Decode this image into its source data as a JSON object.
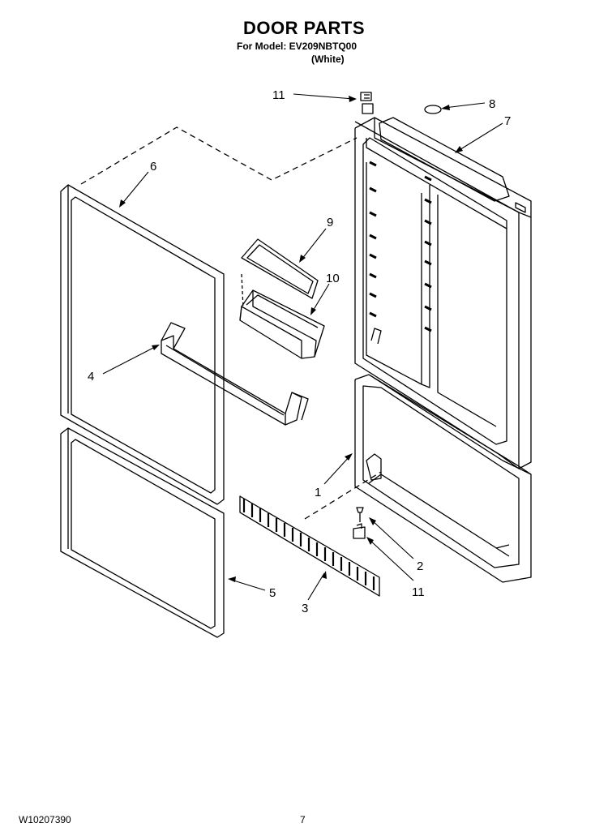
{
  "header": {
    "title": "DOOR PARTS",
    "model": "For Model: EV209NBTQ00",
    "color": "(White)"
  },
  "footer": {
    "doc_number": "W10207390",
    "page_number": "7"
  },
  "callouts": {
    "c11a": "11",
    "c8": "8",
    "c7": "7",
    "c6": "6",
    "c9": "9",
    "c10": "10",
    "c4": "4",
    "c1": "1",
    "c2": "2",
    "c11b": "11",
    "c5": "5",
    "c3": "3"
  }
}
